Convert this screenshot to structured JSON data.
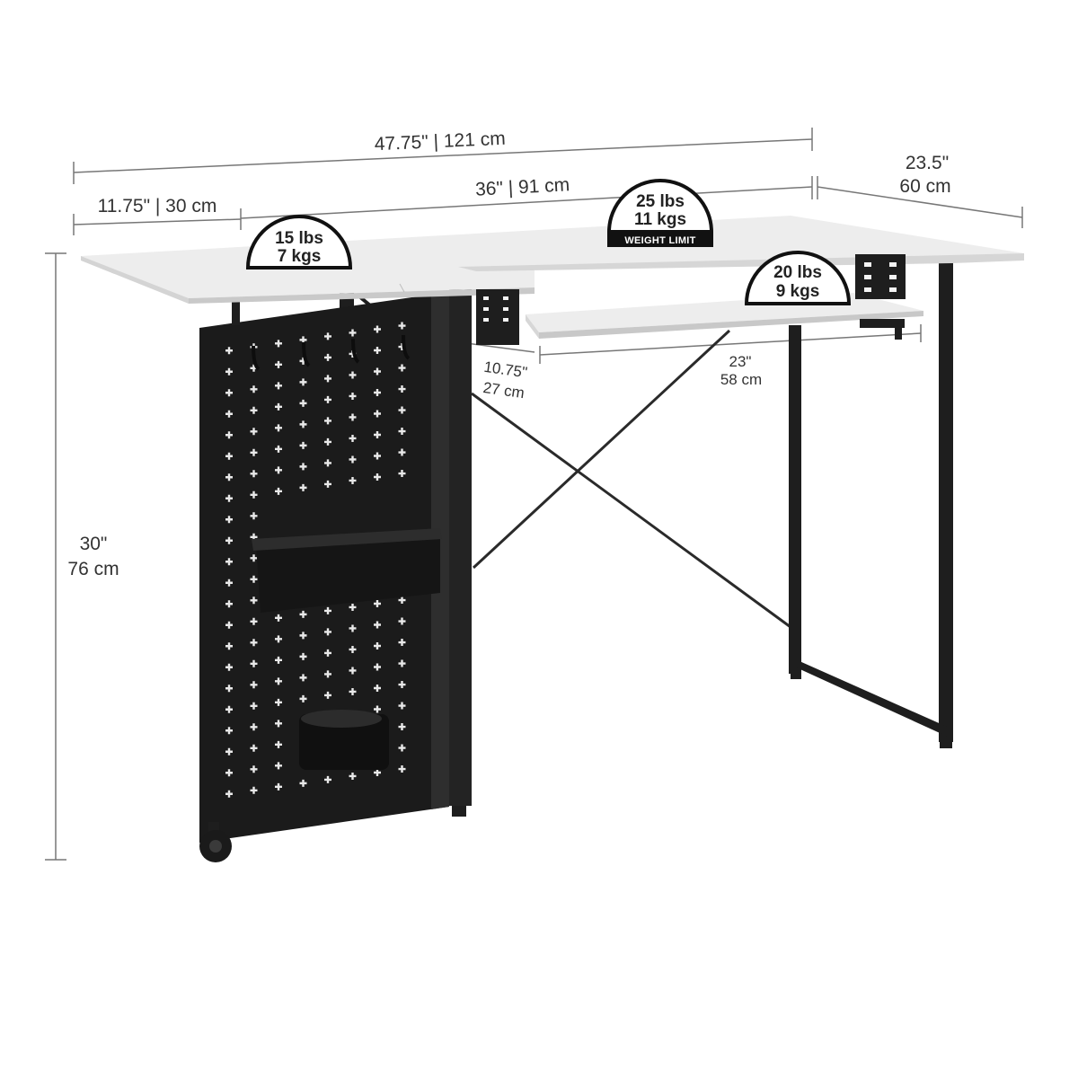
{
  "dimensions": {
    "overall_width": "47.75\" | 121 cm",
    "left_leaf_width": "11.75\" | 30 cm",
    "main_top_width": "36\" | 91 cm",
    "depth_in": "23.5\"",
    "depth_cm": "60 cm",
    "height_in": "30\"",
    "height_cm": "76 cm",
    "bracket_in": "10.75\"",
    "bracket_cm": "27 cm",
    "shelf_in": "23\"",
    "shelf_cm": "58 cm"
  },
  "weight_badges": {
    "leaf": {
      "line1": "15 lbs",
      "line2": "7 kgs"
    },
    "top": {
      "line1": "25 lbs",
      "line2": "11 kgs",
      "caption": "WEIGHT LIMIT"
    },
    "shelf": {
      "line1": "20 lbs",
      "line2": "9 kgs"
    }
  },
  "colors": {
    "tabletop": "#ededed",
    "frame": "#1e1e1e",
    "badge_fill": "#ffffff",
    "badge_stroke": "#111111"
  }
}
